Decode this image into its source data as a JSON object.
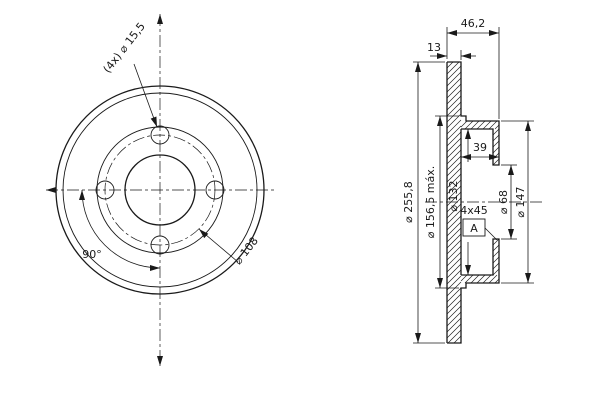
{
  "front_view": {
    "holes_label": "(4x) ⌀ 15,5",
    "angle_label": "90°",
    "bolt_circle_label": "⌀ 108"
  },
  "section_view": {
    "total_width_label": "46,2",
    "thickness_label": "13",
    "outer_diameter_label": "⌀ 255,8",
    "max_diameter_label": "⌀ 156,5 máx.",
    "depth_label": "39",
    "inner_diameter_label": "⌀ 132",
    "bore_diameter_label": "⌀ 68",
    "flange_diameter_label": "⌀ 147",
    "chamfer_label": "4x45",
    "datum_label": "A"
  },
  "colors": {
    "line": "#1a1a1a",
    "background": "#ffffff"
  }
}
